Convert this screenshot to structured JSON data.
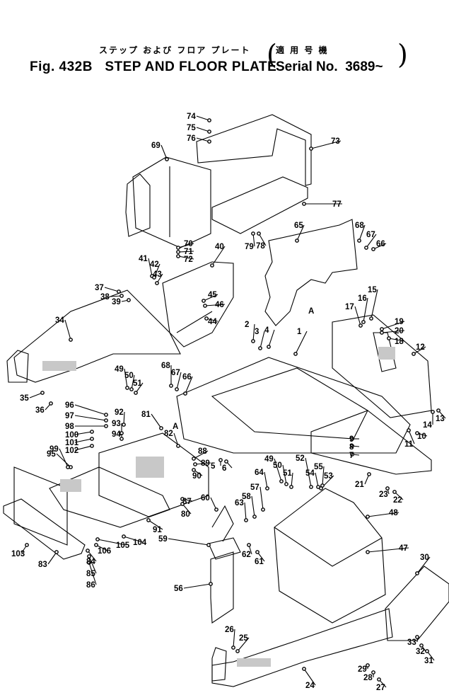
{
  "title": {
    "japanese": "ステップ および フロア プレート",
    "figure": "Fig. 432B",
    "english": "STEP AND FLOOR PLATE",
    "serial_japanese": "適 用 号 機",
    "serial_label": "Serial No.",
    "serial_number": "3689~"
  },
  "reference_marks": [
    "A",
    "A"
  ],
  "part_numbers": [
    "1",
    "2",
    "3",
    "4",
    "5",
    "6",
    "7",
    "8",
    "9",
    "10",
    "11",
    "12",
    "13",
    "14",
    "15",
    "16",
    "17",
    "18",
    "19",
    "20",
    "21",
    "22",
    "23",
    "24",
    "25",
    "26",
    "27",
    "28",
    "29",
    "30",
    "31",
    "32",
    "33",
    "34",
    "35",
    "36",
    "37",
    "38",
    "39",
    "40",
    "41",
    "42",
    "43",
    "44",
    "45",
    "46",
    "47",
    "48",
    "49",
    "50",
    "51",
    "49",
    "50",
    "51",
    "52",
    "53",
    "54",
    "55",
    "56",
    "57",
    "58",
    "59",
    "60",
    "61",
    "62",
    "63",
    "64",
    "65",
    "66",
    "67",
    "68",
    "66",
    "67",
    "68",
    "69",
    "70",
    "71",
    "72",
    "73",
    "74",
    "75",
    "76",
    "77",
    "78",
    "79",
    "80",
    "81",
    "82",
    "83",
    "84",
    "85",
    "86",
    "87",
    "88",
    "89",
    "90",
    "91",
    "92",
    "93",
    "94",
    "95",
    "96",
    "97",
    "98",
    "99",
    "100",
    "101",
    "102",
    "103",
    "104",
    "105",
    "106"
  ]
}
